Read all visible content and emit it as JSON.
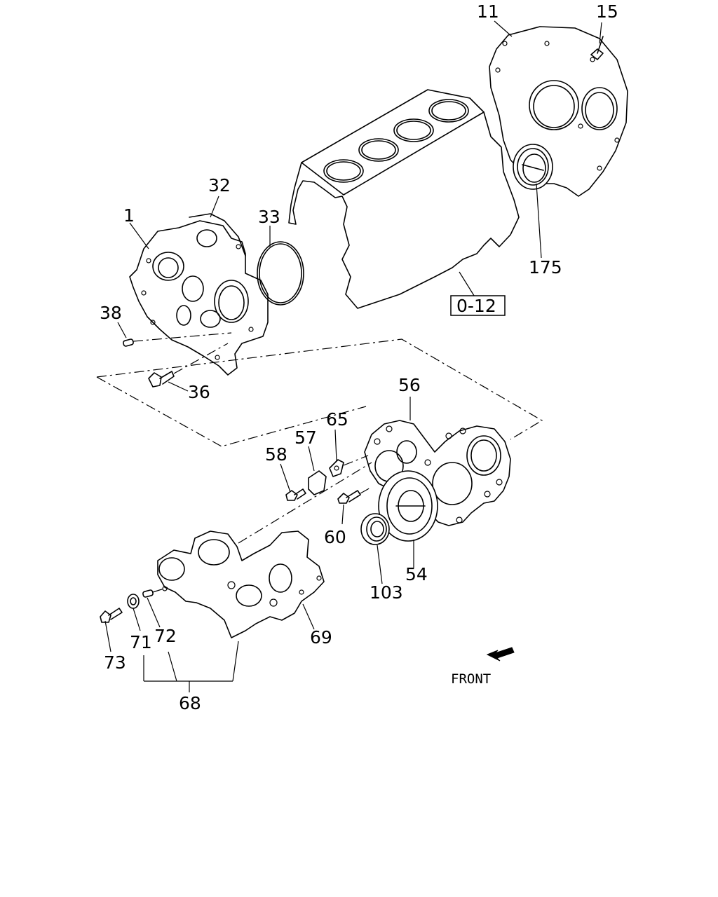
{
  "part_labels": {
    "p1": "1",
    "p11": "11",
    "p15": "15",
    "p32": "32",
    "p33": "33",
    "p36": "36",
    "p38": "38",
    "p54": "54",
    "p56": "56",
    "p57": "57",
    "p58": "58",
    "p60": "60",
    "p65": "65",
    "p68": "68",
    "p69": "69",
    "p71": "71",
    "p72": "72",
    "p73": "73",
    "p103": "103",
    "p175": "175"
  },
  "reference": "0-12",
  "direction_label": "FRONT"
}
